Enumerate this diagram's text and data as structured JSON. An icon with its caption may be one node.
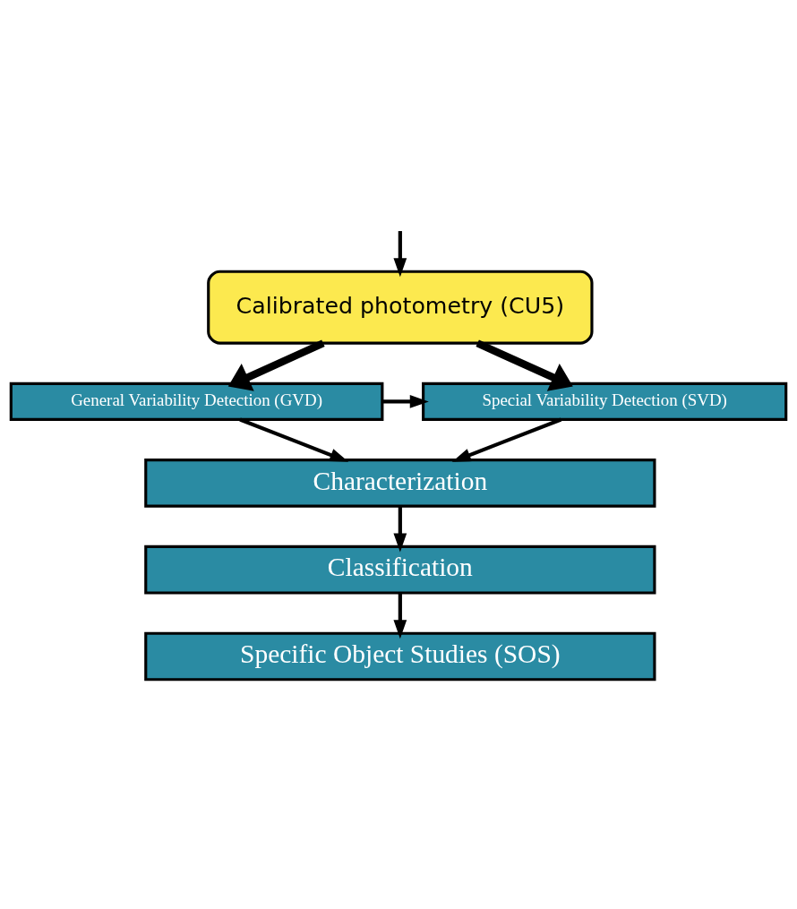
{
  "diagram": {
    "nodes": [
      {
        "text": [
          "Calibrated photometry (CU5)"
        ]
      },
      {
        "text": [
          "General Variability Detection (GVD)"
        ]
      },
      {
        "text": [
          "Special Variability Detection (SVD)"
        ]
      },
      {
        "text": [
          "Characterization"
        ]
      },
      {
        "text": [
          "Classification"
        ]
      },
      {
        "text": [
          "Specific Object Studies (SOS)"
        ]
      }
    ],
    "edges": [
      {
        "from": null,
        "to": 0,
        "arrow": "to"
      },
      {
        "from": 0,
        "to": 1,
        "arrow": "to",
        "style": "thick"
      },
      {
        "from": 0,
        "to": 2,
        "arrow": "to",
        "style": "thick"
      },
      {
        "from": 1,
        "to": 2,
        "arrow": "to"
      },
      {
        "from": 1,
        "to": 3,
        "arrow": "to"
      },
      {
        "from": 2,
        "to": 3,
        "arrow": "to"
      },
      {
        "from": 3,
        "to": 4,
        "arrow": "to"
      },
      {
        "from": 4,
        "to": 5,
        "arrow": "to"
      }
    ]
  }
}
